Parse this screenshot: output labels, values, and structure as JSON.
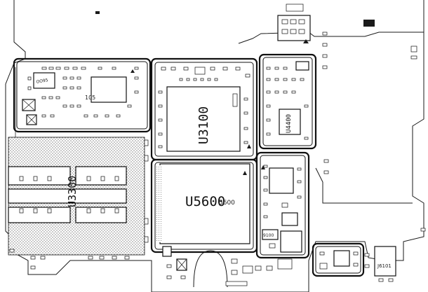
{
  "designators": {
    "u3100": "U3100",
    "u5600": "U5600",
    "u4400": "U4400",
    "u3300": "U3300",
    "u105": "105",
    "u5600_sub": "5600",
    "u9100": "9100",
    "j6101": "J6101",
    "r0095": "0095",
    "b0095": "OO95"
  }
}
